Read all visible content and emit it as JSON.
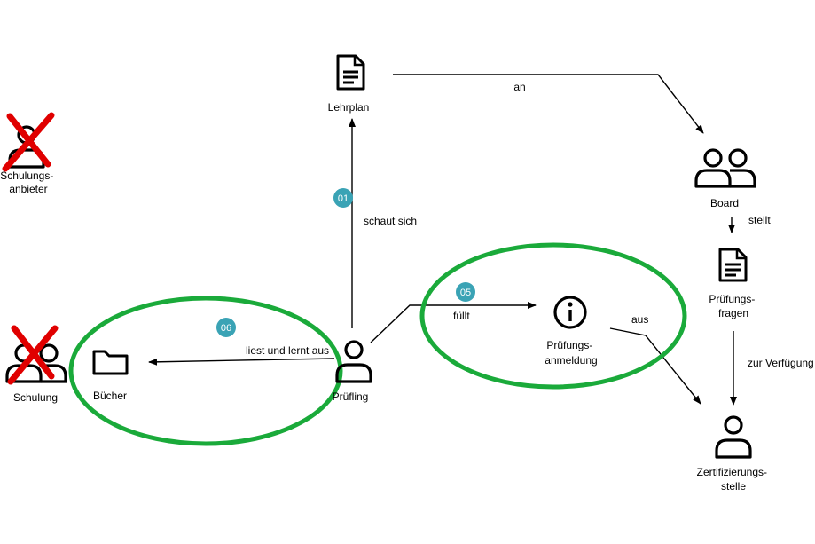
{
  "colors": {
    "badge": "#3aa3b5",
    "highlight_ring": "#1aaa3a",
    "cross": "#e00000",
    "line": "#000000"
  },
  "nodes": {
    "lehrplan": {
      "label": "Lehrplan",
      "icon": "document-icon"
    },
    "board": {
      "label": "Board",
      "icon": "group-icon"
    },
    "pruefungsfragen": {
      "label_lines": [
        "Prüfungs-",
        "fragen"
      ],
      "icon": "document-icon"
    },
    "pruefungsanmeldung": {
      "label_lines": [
        "Prüfungs-",
        "anmeldung"
      ],
      "icon": "info-icon"
    },
    "zertifizierungsstelle": {
      "label_lines": [
        "Zertifizierungs-",
        "stelle"
      ],
      "icon": "person-icon"
    },
    "pruefling": {
      "label": "Prüfling",
      "icon": "person-icon"
    },
    "buecher": {
      "label": "Bücher",
      "icon": "folder-icon"
    },
    "schulung": {
      "label": "Schulung",
      "icon": "group-icon",
      "crossed_out": true
    },
    "schulungsanbieter": {
      "label_lines": [
        "Schulungs-",
        "anbieter"
      ],
      "icon": "person-icon",
      "crossed_out": true
    }
  },
  "edges": {
    "an": "an",
    "stellt": "stellt",
    "zur_verfuegung": "zur Verfügung",
    "schaut_sich": "schaut sich",
    "fuellt": "füllt",
    "aus": "aus",
    "liest_und_lernt_aus": "liest und lernt aus"
  },
  "badges": {
    "b01": "01",
    "b05": "05",
    "b06": "06"
  }
}
